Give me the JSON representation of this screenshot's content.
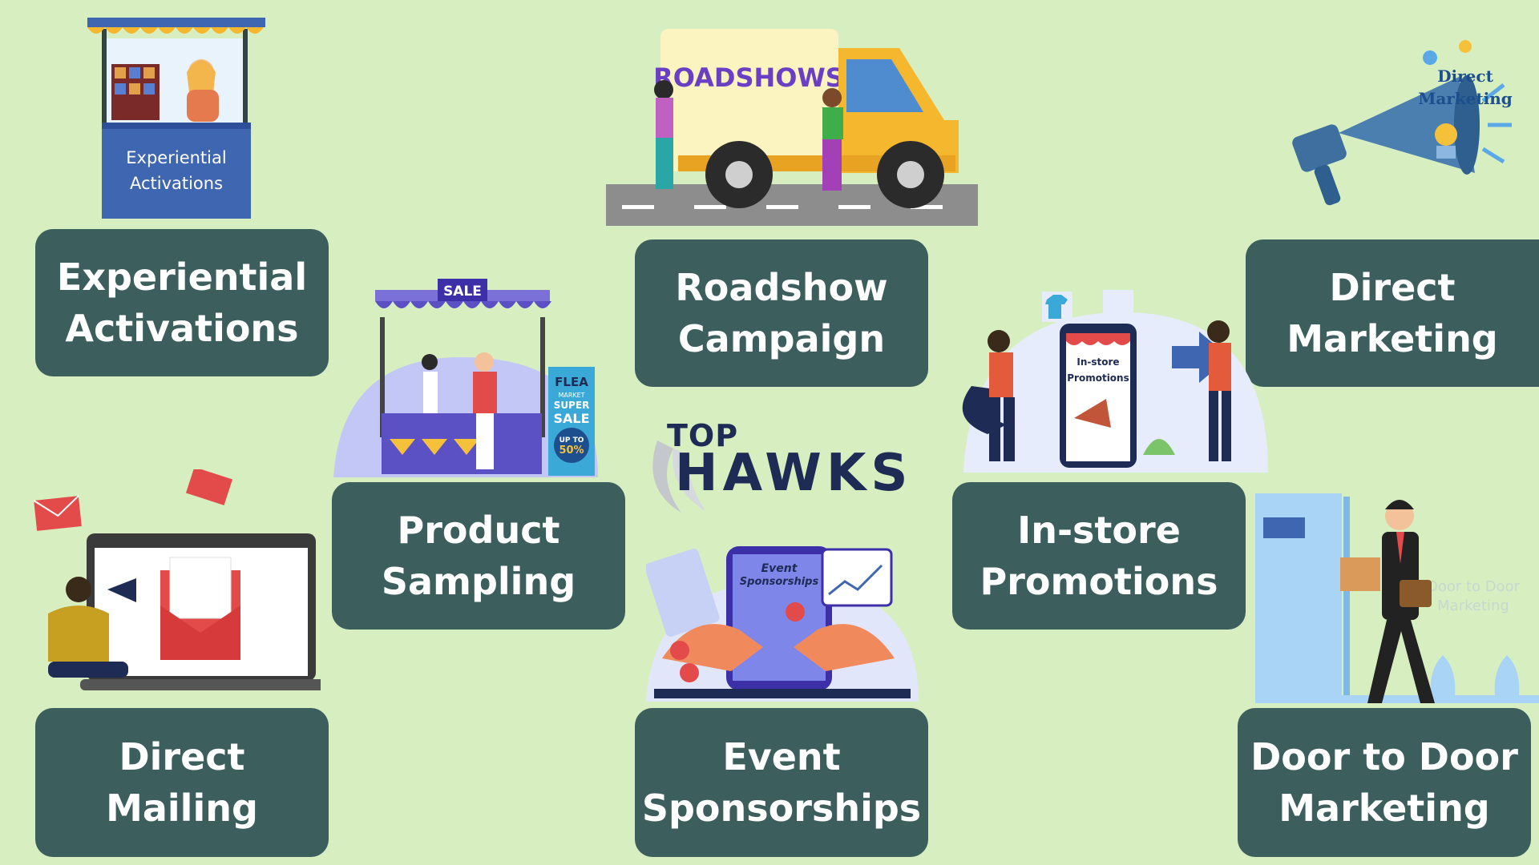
{
  "cards": {
    "experiential": [
      "Experiential",
      "Activations"
    ],
    "roadshow": [
      "Roadshow",
      "Campaign"
    ],
    "direct_marketing": [
      "Direct",
      "Marketing"
    ],
    "product_sampling": [
      "Product",
      "Sampling"
    ],
    "instore": [
      "In-store",
      "Promotions"
    ],
    "direct_mailing": [
      "Direct",
      "Mailing"
    ],
    "event": [
      "Event",
      "Sponsorships"
    ],
    "door": [
      "Door to Door",
      "Marketing"
    ]
  },
  "illustrations": {
    "booth_sign": [
      "Experiential",
      "Activations"
    ],
    "truck_sign": "ROADSHOWS",
    "megaphone_sign": [
      "Direct",
      "Marketing"
    ],
    "stall_awning": "SALE",
    "flea_sign": [
      "FLEA",
      "MARKET",
      "SUPER",
      "SALE"
    ],
    "flea_badge": [
      "UP TO",
      "50%"
    ],
    "instore_sign": [
      "In-store",
      "Promotions"
    ],
    "event_sign": [
      "Event",
      "Sponsorships"
    ],
    "door_watermark": [
      "Door to Door",
      "Marketing"
    ]
  },
  "logo": {
    "top": "TOP",
    "main": "HAWKS"
  },
  "colors": {
    "background": "#d7efc0",
    "card": "#3c5f5d",
    "card_text": "#ffffff",
    "logo": "#1d2b55",
    "accent_blue": "#3f66b0",
    "accent_yellow": "#f5b72e",
    "accent_red": "#e34b4b",
    "accent_purple": "#7a70d8"
  }
}
